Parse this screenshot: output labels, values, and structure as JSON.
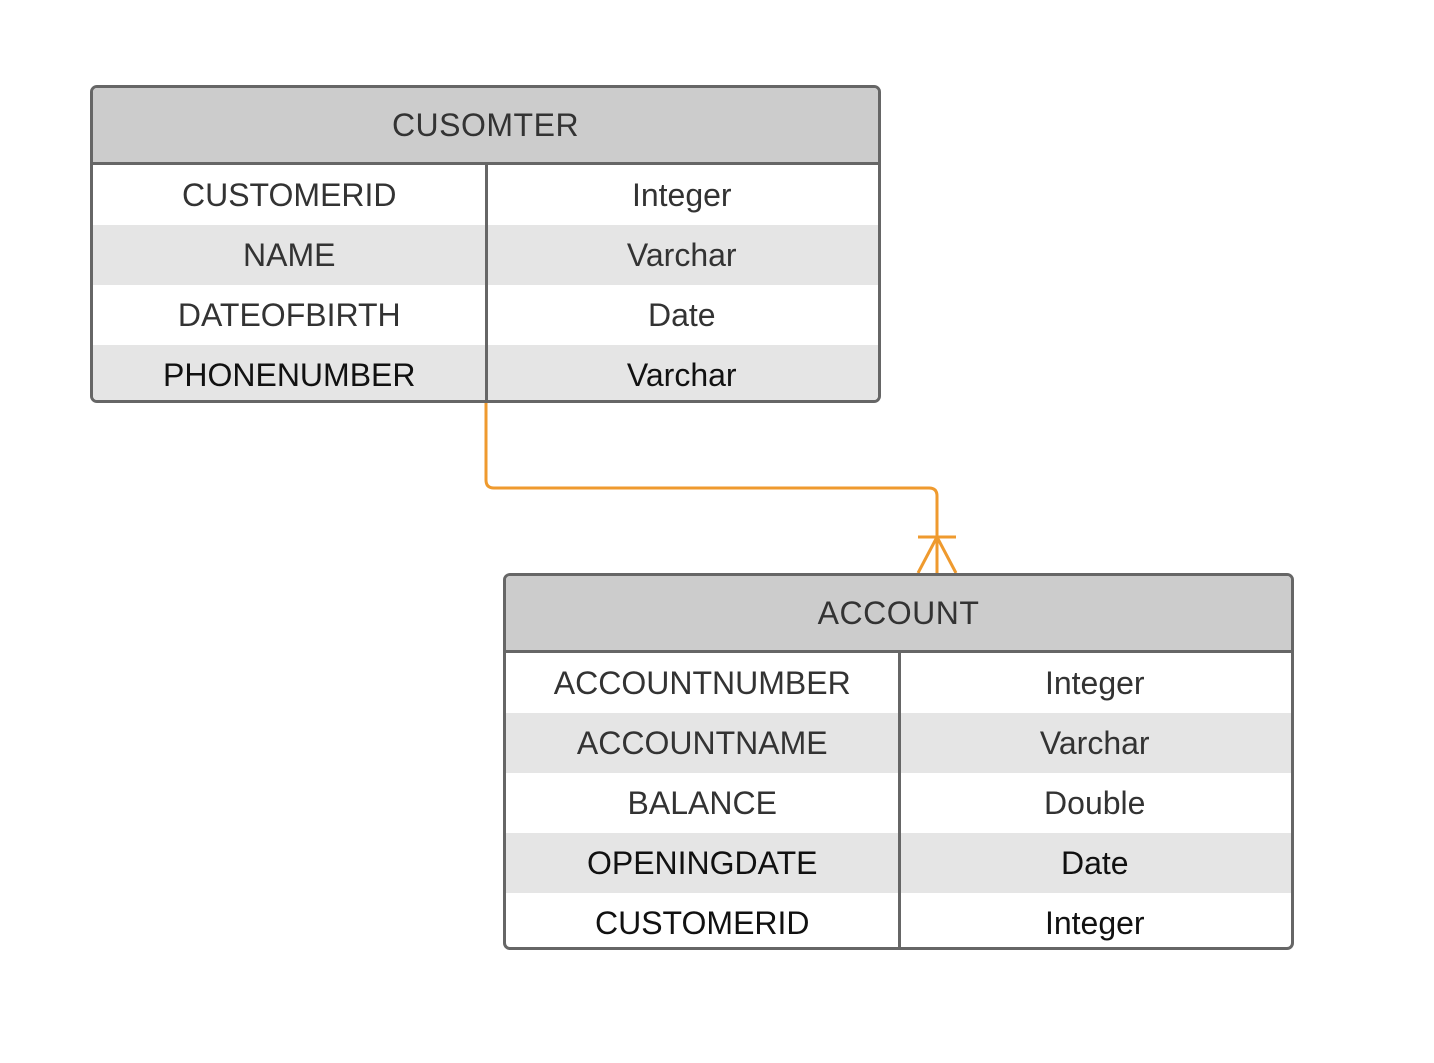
{
  "diagram": {
    "colors": {
      "border": "#666666",
      "header_fill": "#cccccc",
      "alt_row_fill": "#e5e5e5",
      "connector": "#ef9a2e"
    },
    "relationship": {
      "from": "CUSOMTER",
      "to": "ACCOUNT",
      "to_end": "one-or-many"
    },
    "customer": {
      "title": "CUSOMTER",
      "rows": [
        {
          "name": "CUSTOMERID",
          "type": "Integer"
        },
        {
          "name": "NAME",
          "type": "Varchar"
        },
        {
          "name": "DATEOFBIRTH",
          "type": "Date"
        },
        {
          "name": "PHONENUMBER",
          "type": "Varchar"
        }
      ]
    },
    "account": {
      "title": "ACCOUNT",
      "rows": [
        {
          "name": "ACCOUNTNUMBER",
          "type": "Integer"
        },
        {
          "name": "ACCOUNTNAME",
          "type": "Varchar"
        },
        {
          "name": "BALANCE",
          "type": "Double"
        },
        {
          "name": "OPENINGDATE",
          "type": "Date"
        },
        {
          "name": "CUSTOMERID",
          "type": "Integer"
        }
      ]
    }
  }
}
